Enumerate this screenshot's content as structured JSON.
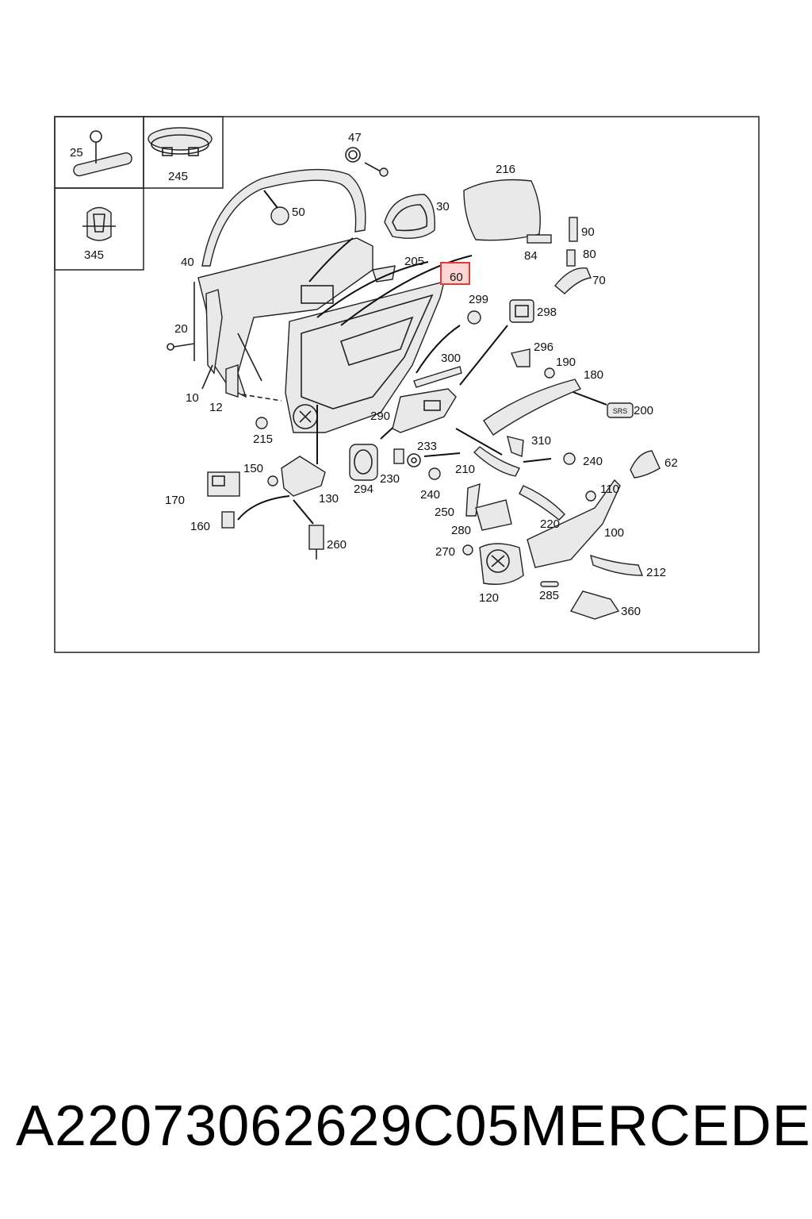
{
  "diagram": {
    "labels": {
      "p10": "10",
      "p12": "12",
      "p20": "20",
      "p25": "25",
      "p30": "30",
      "p40": "40",
      "p47": "47",
      "p50": "50",
      "p60": "60",
      "p62": "62",
      "p70": "70",
      "p80": "80",
      "p84": "84",
      "p90": "90",
      "p100": "100",
      "p110": "110",
      "p120": "120",
      "p130": "130",
      "p150": "150",
      "p160": "160",
      "p170": "170",
      "p180": "180",
      "p190": "190",
      "p200": "200",
      "p205": "205",
      "p210": "210",
      "p212": "212",
      "p215": "215",
      "p216": "216",
      "p220": "220",
      "p230": "230",
      "p233": "233",
      "p240a": "240",
      "p240b": "240",
      "p245": "245",
      "p250": "250",
      "p260": "260",
      "p270": "270",
      "p280": "280",
      "p285": "285",
      "p290": "290",
      "p294": "294",
      "p296": "296",
      "p298": "298",
      "p299": "299",
      "p300": "300",
      "p310": "310",
      "p345": "345",
      "p360": "360"
    },
    "sticker_text": "SRS",
    "highlight_color": "#e53935"
  },
  "footer": {
    "part_number": "A22073062629C05",
    "brand": "MERCEDES"
  }
}
